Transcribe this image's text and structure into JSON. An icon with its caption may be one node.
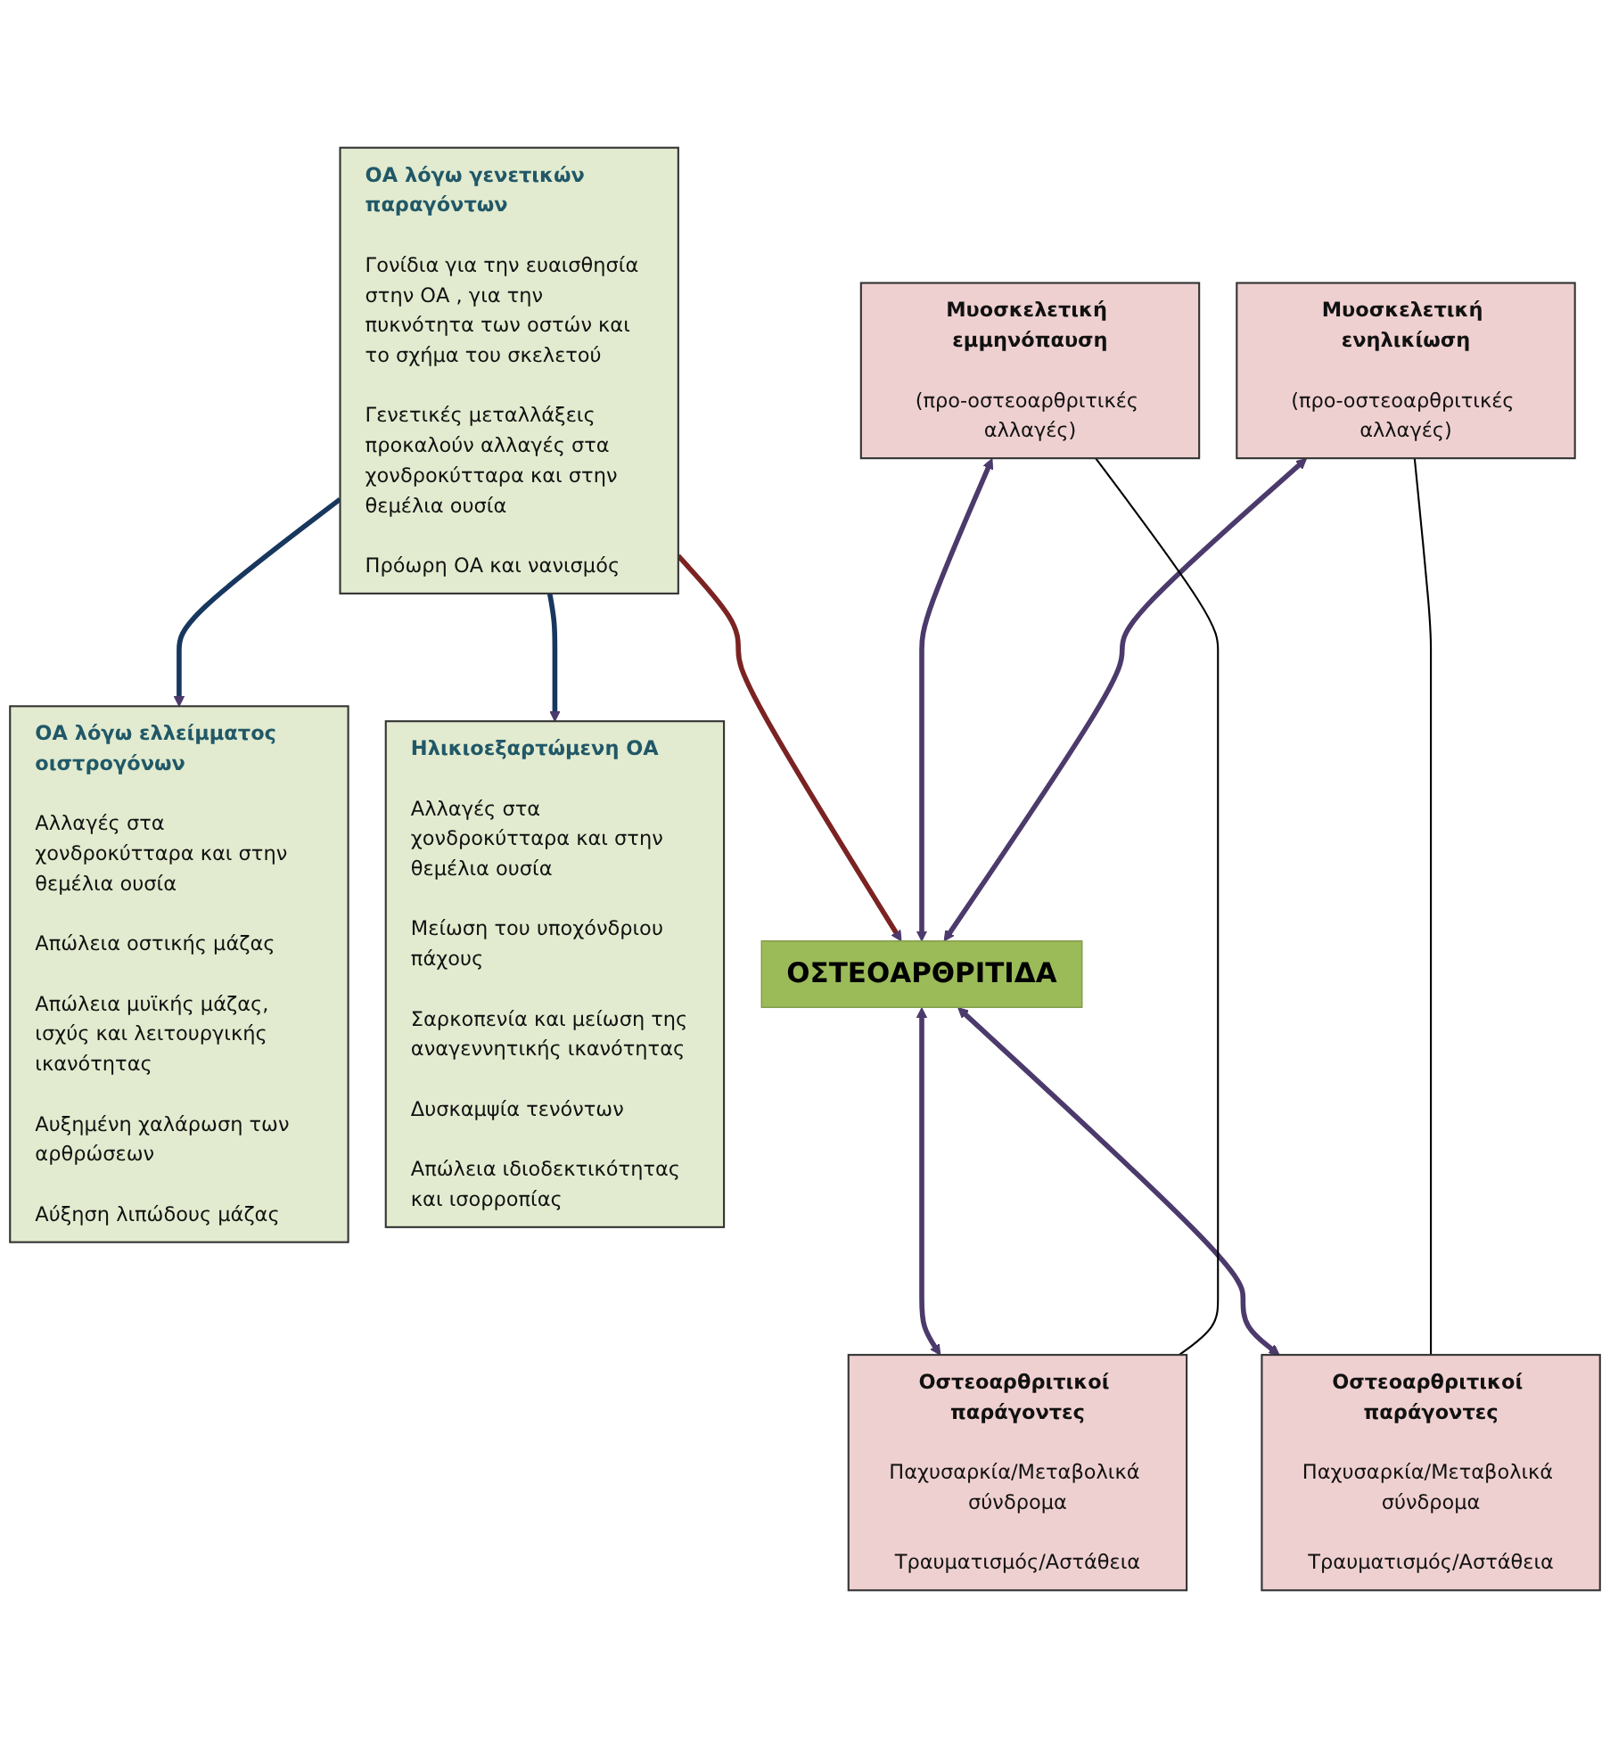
{
  "diagram": {
    "nodes": [
      {
        "text": [
          "ΟΑ λόγω ελλείμματος οιστρογόνων",
          "Αλλαγές στα χονδροκύτταρα και στην θεμέλια ουσία",
          "Απώλεια οστικής μάζας",
          "Απώλεια μυϊκής μάζας, ισχύς και λειτουργικής ικανότητας",
          "Αυξημένη χαλάρωση των αρθρώσεων",
          "Αύξηση λιπώδους μάζας"
        ]
      },
      {
        "text": [
          "ΟΑ λόγω γενετικών παραγόντων",
          "Γονίδια για την ευαισθησία στην ΟΑ , για την πυκνότητα των οστών και το σχήμα του σκελετού",
          "Γενετικές μεταλλάξεις προκαλούν αλλαγές στα χονδροκύτταρα και στην θεμέλια ουσία",
          "Πρόωρη ΟΑ και νανισμός"
        ]
      },
      {
        "text": [
          "Ηλικιοεξαρτώμενη ΟΑ",
          "Αλλαγές στα χονδροκύτταρα και στην θεμέλια ουσία",
          "Μείωση του υποχόνδριου πάχους",
          "Σαρκοπενία και μείωση της αναγεννητικής ικανότητας",
          "Δυσκαμψία τενόντων",
          "Απώλεια ιδιοδεκτικότητας και ισορροπίας"
        ]
      },
      {
        "text": [
          "ΟΣΤΕΟΑΡΘΡΙΤΙΔΑ"
        ]
      },
      {
        "text": [
          "Μυοσκελετική εμμηνόπαυση",
          "(προ-οστεοαρθριτικές αλλαγές)"
        ]
      },
      {
        "text": [
          "Οστεοαρθριτικοί παράγοντες",
          "Παχυσαρκία/Μεταβολικά σύνδρομα",
          "Τραυματισμός/Αστάθεια"
        ]
      },
      {
        "text": [
          "Μυοσκελετική ενηλικίωση",
          "(προ-οστεοαρθριτικές αλλαγές)"
        ]
      },
      {
        "text": [
          "Οστεοαρθριτικοί παράγοντες",
          "Παχυσαρκία/Μεταβολικά σύνδρομα",
          "Τραυματισμός/Αστάθεια"
        ]
      }
    ],
    "edges": [
      {
        "from": 1,
        "to": 0,
        "arrow": "to",
        "color": "#17375e"
      },
      {
        "from": 1,
        "to": 2,
        "arrow": "to",
        "color": "#17375e"
      },
      {
        "from": 1,
        "to": 3,
        "arrow": "to",
        "color": "#7b2323"
      },
      {
        "from": 4,
        "to": 3,
        "arrow": "both"
      },
      {
        "from": 3,
        "to": 5,
        "arrow": "both"
      },
      {
        "from": 6,
        "to": 3,
        "arrow": "both"
      },
      {
        "from": 3,
        "to": 7,
        "arrow": "both"
      },
      {
        "from": 4,
        "to": 5,
        "arrow": "none",
        "color": "#000000"
      },
      {
        "from": 6,
        "to": 7,
        "arrow": "none",
        "color": "#000000"
      }
    ]
  }
}
